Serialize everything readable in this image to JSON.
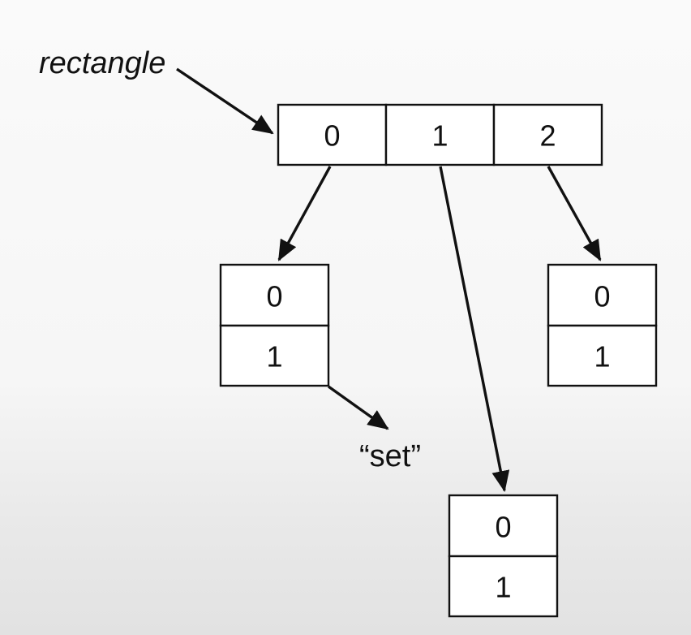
{
  "labels": {
    "variable": "rectangle",
    "string_value": "“set”"
  },
  "outer_array": {
    "cells": [
      "0",
      "1",
      "2"
    ]
  },
  "inner_arrays": [
    {
      "cells": [
        "0",
        "1"
      ]
    },
    {
      "cells": [
        "0",
        "1"
      ]
    },
    {
      "cells": [
        "0",
        "1"
      ]
    }
  ],
  "colors": {
    "ink": "#111111",
    "cell_fill": "#ffffff"
  }
}
